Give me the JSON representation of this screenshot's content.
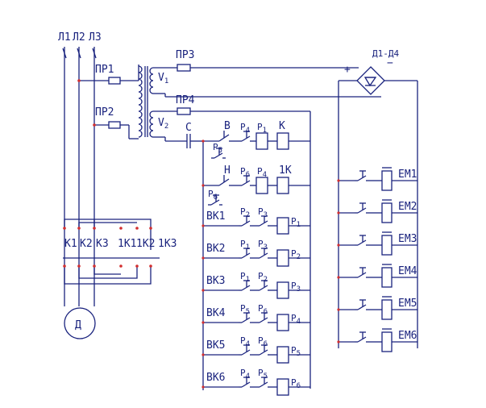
{
  "labels": {
    "phase1": "Л1",
    "phase2": "Л2",
    "phase3": "Л3",
    "fuse1": "ПР1",
    "fuse2": "ПР2",
    "fuse3": "ПР3",
    "fuse4": "ПР4",
    "v1": "V",
    "v1_sub": "1",
    "v2": "V",
    "v2_sub": "2",
    "bridge": "Д1-Д4",
    "plus": "+",
    "minus": "−",
    "c": "С",
    "motor": "Д",
    "k1": "К1",
    "k2": "К2",
    "k3": "К3",
    "k1b": "1К1",
    "k2b": "1К2",
    "k3b": "1К3"
  },
  "control_rows": [
    {
      "left": "В",
      "contact1": "Р4",
      "contact2": "Р1",
      "coil": "К"
    },
    {
      "left": "Н",
      "contact1": "Р6",
      "contact2": "Р4",
      "coil": "1К"
    },
    {
      "left": "ВК1",
      "contact1": "Р2",
      "contact2": "Р3",
      "coil": "Р1"
    },
    {
      "left": "ВК2",
      "contact1": "Р1",
      "contact2": "Р3",
      "coil": "Р2"
    },
    {
      "left": "ВК3",
      "contact1": "Р1",
      "contact2": "Р2",
      "coil": "Р3"
    },
    {
      "left": "ВК4",
      "contact1": "Р5",
      "contact2": "Р6",
      "coil": "Р4"
    },
    {
      "left": "ВК5",
      "contact1": "Р4",
      "contact2": "Р6",
      "coil": "Р5"
    },
    {
      "left": "ВК6",
      "contact1": "Р4",
      "contact2": "Р5",
      "coil": "Р6"
    }
  ],
  "aux_contacts": [
    "Р5",
    "Р6"
  ],
  "magnets": [
    "ЕМ1",
    "ЕМ2",
    "ЕМ3",
    "ЕМ4",
    "ЕМ5",
    "ЕМ6"
  ],
  "colors": {
    "wire": "#1a237e",
    "accent": "#d32f2f",
    "background": "#ffffff"
  }
}
